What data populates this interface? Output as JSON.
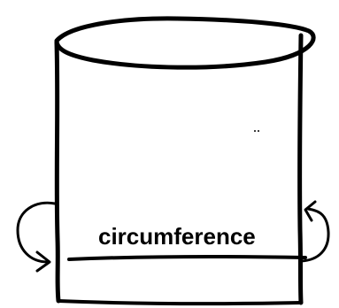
{
  "diagram": {
    "label": "circumference",
    "ink_color": "#000000",
    "background_color": "#ffffff",
    "icons": [
      "curved-arrow-left",
      "curved-arrow-right"
    ]
  }
}
